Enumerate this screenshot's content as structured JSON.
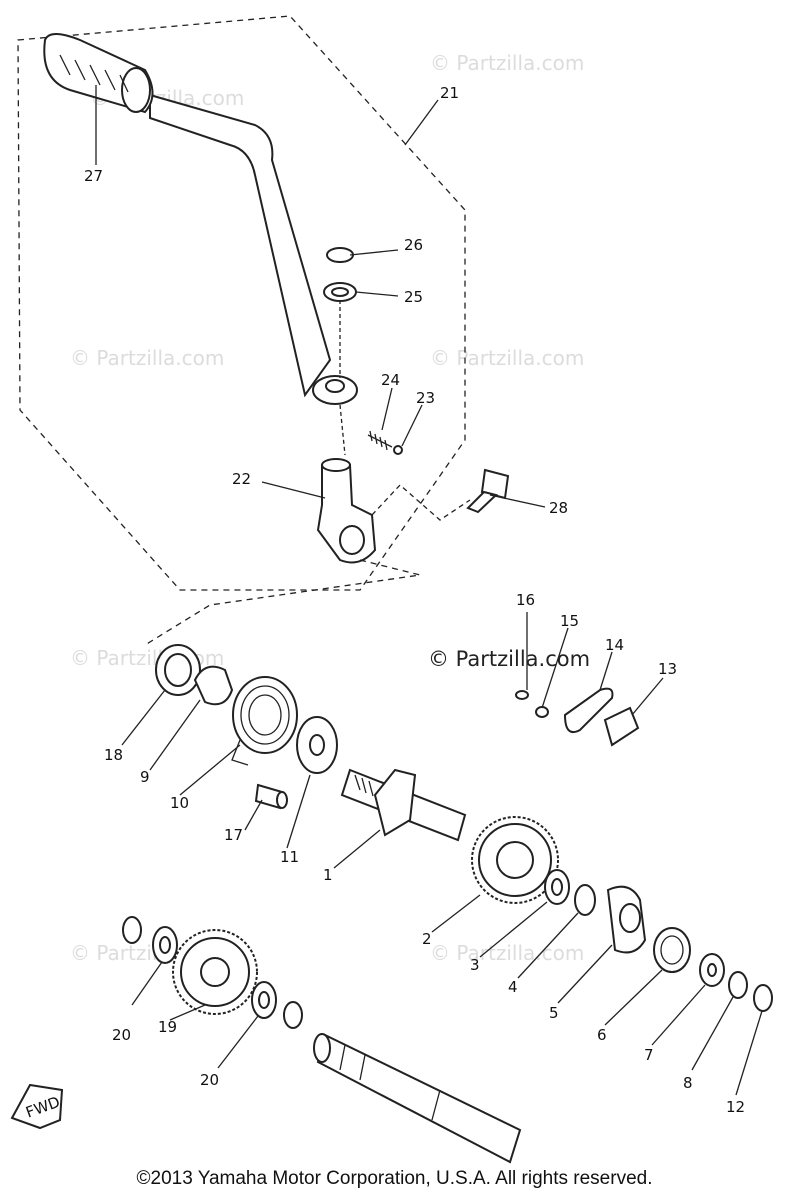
{
  "watermark": "© Partzilla.com",
  "watermark_center": "© Partzilla.com",
  "fwd_label": "FWD",
  "copyright": "©2013 Yamaha Motor Corporation, U.S.A. All rights reserved.",
  "callouts": {
    "c1": "1",
    "c2": "2",
    "c3": "3",
    "c4": "4",
    "c5": "5",
    "c6": "6",
    "c7": "7",
    "c8": "8",
    "c9": "9",
    "c10": "10",
    "c11": "11",
    "c12": "12",
    "c13": "13",
    "c14": "14",
    "c15": "15",
    "c16": "16",
    "c17": "17",
    "c18": "18",
    "c19": "19",
    "c20a": "20",
    "c20b": "20",
    "c21": "21",
    "c22": "22",
    "c23": "23",
    "c24": "24",
    "c25": "25",
    "c26": "26",
    "c27": "27",
    "c28": "28"
  }
}
